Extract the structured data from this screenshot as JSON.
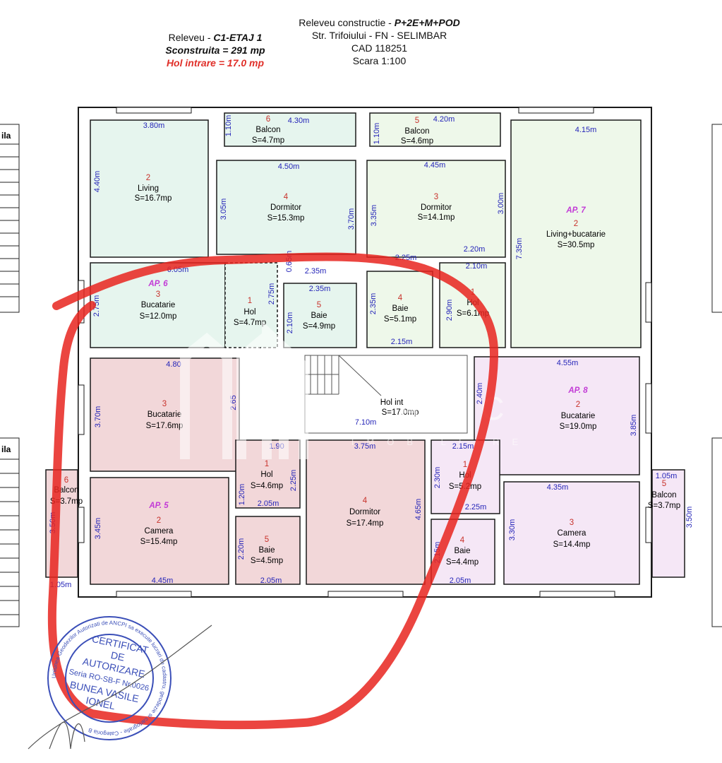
{
  "header_left": {
    "line1_prefix": "Releveu - ",
    "line1_floor": "C1-ETAJ 1",
    "built_area": "Sconstruita = 291 mp",
    "entry_hall": "Hol intrare = 17.0 mp"
  },
  "header_center": {
    "line1_prefix": "Releveu constructie - ",
    "line1_levels": "P+2E+M+POD",
    "address": "Str. Trifoiului - FN - SELIMBAR",
    "cad": "CAD 118251",
    "scale": "Scara 1:100"
  },
  "side_tables": {
    "top_label": "ila",
    "bottom_label": "ila"
  },
  "colors": {
    "ap5": "#f2d7d9",
    "ap6": "#e6f5ee",
    "ap7": "#eef8ea",
    "ap8": "#f5e7f6",
    "wall": "#1a1a1a",
    "dim": "#2424b8",
    "room_num": "#c8322b",
    "ap_label": "#c23bd6",
    "marker": "#e8251f"
  },
  "rooms": {
    "ap6_balcon": {
      "num": "6",
      "name": "Balcon",
      "area": "S=4.7mp"
    },
    "ap7_balcon": {
      "num": "5",
      "name": "Balcon",
      "area": "S=4.6mp"
    },
    "ap6_living": {
      "num": "2",
      "name": "Living",
      "area": "S=16.7mp"
    },
    "ap6_dormitor": {
      "num": "4",
      "name": "Dormitor",
      "area": "S=15.3mp"
    },
    "ap7_dormitor": {
      "num": "3",
      "name": "Dormitor",
      "area": "S=14.1mp"
    },
    "ap7_living": {
      "ap": "AP. 7",
      "num": "2",
      "name": "Living+bucatarie",
      "area": "S=30.5mp"
    },
    "ap6_bucatarie": {
      "ap": "AP. 6",
      "num": "3",
      "name": "Bucatarie",
      "area": "S=12.0mp"
    },
    "ap6_hol": {
      "num": "1",
      "name": "Hol",
      "area": "S=4.7mp"
    },
    "ap6_baie": {
      "num": "5",
      "name": "Baie",
      "area": "S=4.9mp"
    },
    "ap7_baie": {
      "num": "4",
      "name": "Baie",
      "area": "S=5.1mp"
    },
    "ap7_hol": {
      "num": "1",
      "name": "Hol",
      "area": "S=6.1mp"
    },
    "ap5_bucatarie": {
      "num": "3",
      "name": "Bucatarie",
      "area": "S=17.6mp"
    },
    "hol_int": {
      "name": "Hol int",
      "area": "S=17.0mp"
    },
    "ap8_bucatarie": {
      "ap": "AP. 8",
      "num": "2",
      "name": "Bucatarie",
      "area": "S=19.0mp"
    },
    "ap5_balcon": {
      "num": "6",
      "name": "Balcon",
      "area": "S=3.7mp"
    },
    "ap5_camera": {
      "ap": "AP. 5",
      "num": "2",
      "name": "Camera",
      "area": "S=15.4mp"
    },
    "ap5_hol": {
      "num": "1",
      "name": "Hol",
      "area": "S=4.6mp"
    },
    "ap5_baie": {
      "num": "5",
      "name": "Baie",
      "area": "S=4.5mp"
    },
    "ap5_dormitor": {
      "num": "4",
      "name": "Dormitor",
      "area": "S=17.4mp"
    },
    "ap8_hol": {
      "num": "1",
      "name": "Hol",
      "area": "S=5.2mp"
    },
    "ap8_baie": {
      "num": "4",
      "name": "Baie",
      "area": "S=4.4mp"
    },
    "ap8_camera": {
      "num": "3",
      "name": "Camera",
      "area": "S=14.4mp"
    },
    "ap8_balcon": {
      "num": "5",
      "name": "Balcon",
      "area": "S=3.7mp"
    }
  },
  "dims": {
    "d_380": "3.80m",
    "d_430": "4.30m",
    "d_420": "4.20m",
    "d_415": "4.15m",
    "d_110a": "1.10m",
    "d_110b": "1.10m",
    "d_440": "4.40m",
    "d_450": "4.50m",
    "d_445a": "4.45m",
    "d_305": "3.05m",
    "d_370a": "3.70m",
    "d_335": "3.35m",
    "d_300": "3.00m",
    "d_735": "7.35m",
    "d_225a": "2.25m",
    "d_220": "2.20m",
    "d_210a": "2.10m",
    "d_605": "6.05m",
    "d_065": "0.65m",
    "d_235a": "2.35m",
    "d_235b": "2.35m",
    "d_275a": "2.75m",
    "d_275b": "2.75m",
    "d_210b": "2.10m",
    "d_235c": "2.35m",
    "d_290": "2.90m",
    "d_215a": "2.15m",
    "d_480": "4.80",
    "d_455": "4.55m",
    "d_370b": "3.70m",
    "d_265": "2.65",
    "d_240": "2.40m",
    "d_385": "3.85m",
    "d_710": "7.10m",
    "d_190": "1.90",
    "d_375": "3.75m",
    "d_215b": "2.15m",
    "d_350a": "3.50m",
    "d_345": "3.45m",
    "d_120": "1.20m",
    "d_225b": "2.25m",
    "d_205a": "2.05m",
    "d_465": "4.65m",
    "d_230": "2.30m",
    "d_225c": "2.25m",
    "d_435": "4.35m",
    "d_105a": "1.05m",
    "d_350b": "3.50m",
    "d_330": "3.30m",
    "d_220b": "2.20m",
    "d_215c": "2.15m",
    "d_445b": "4.45m",
    "d_205b": "2.05m",
    "d_205c": "2.05m",
    "d_105b": "1.05m"
  },
  "watermark": {
    "brand": "MAAC",
    "sub": "IMOBILIARE"
  },
  "stamp": {
    "line1": "CERTIFICAT",
    "line2": "DE",
    "line3": "AUTORIZARE",
    "line4": "Seria RO-SB-F Nr.0026",
    "line5": "BUNEA VASILE",
    "line6": "IONEL",
    "ring": "Uniunea Geodezilor Autorizati de ANCPI sa execute lucrari de cadastru, geodezie si cartografie - Categoria B"
  }
}
